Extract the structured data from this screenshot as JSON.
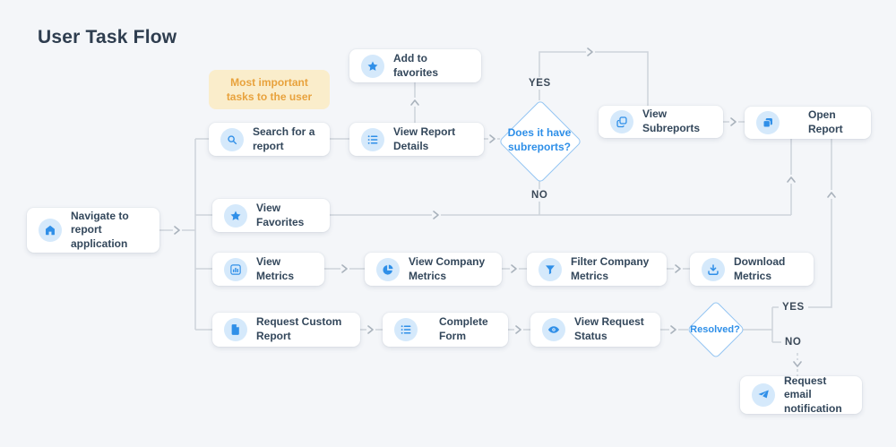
{
  "title": "User Task Flow",
  "note": {
    "text": "Most important tasks to the user",
    "bg": "#FAEDCB",
    "text_color": "#E8A23D"
  },
  "labels": {
    "yes": "YES",
    "no": "NO"
  },
  "nodes": {
    "navigate": {
      "label": "Navigate to report application",
      "icon": "home"
    },
    "search": {
      "label": "Search for a report",
      "icon": "search"
    },
    "view_report_details": {
      "label": "View Report Details",
      "icon": "list"
    },
    "add_to_favorites": {
      "label": "Add to favorites",
      "icon": "star"
    },
    "view_subreports": {
      "label": "View Subreports",
      "icon": "copy-outline"
    },
    "open_report": {
      "label": "Open Report",
      "icon": "copy-filled"
    },
    "view_favorites": {
      "label": "View Favorites",
      "icon": "star"
    },
    "view_metrics": {
      "label": "View Metrics",
      "icon": "bar-chart"
    },
    "view_company_metrics": {
      "label": "View Company Metrics",
      "icon": "pie-chart"
    },
    "filter_company_metrics": {
      "label": "Filter Company Metrics",
      "icon": "filter"
    },
    "download_metrics": {
      "label": "Download Metrics",
      "icon": "download"
    },
    "request_custom_report": {
      "label": "Request Custom Report",
      "icon": "file"
    },
    "complete_form": {
      "label": "Complete Form",
      "icon": "list"
    },
    "view_request_status": {
      "label": "View Request Status",
      "icon": "eye"
    },
    "request_email": {
      "label": "Request email notification",
      "icon": "paper-plane"
    }
  },
  "decisions": {
    "subreports": {
      "label": "Does it have subreports?"
    },
    "resolved": {
      "label": "Resolved?"
    }
  },
  "colors": {
    "background": "#F4F6F9",
    "card": "#FFFFFF",
    "accent_blue": "#2F8FE8",
    "icon_circle": "#D5E9FB",
    "line": "#CDD3DA",
    "chevron": "#A9B2BC",
    "diamond_border": "#92C4F2",
    "text": "#33475B",
    "title_text": "#2E3D4F"
  }
}
